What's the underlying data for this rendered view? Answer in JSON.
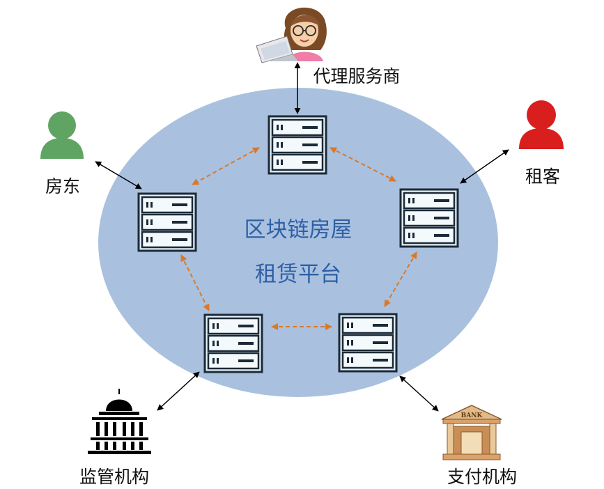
{
  "platform": {
    "title_line1": "区块链房屋",
    "title_line2": "租赁平台"
  },
  "participants": {
    "agent": {
      "label": "代理服务商",
      "icon": "agent-with-laptop-icon"
    },
    "landlord": {
      "label": "房东",
      "icon": "green-person-icon"
    },
    "tenant": {
      "label": "租客",
      "icon": "red-person-icon"
    },
    "regulator": {
      "label": "监管机构",
      "icon": "government-building-icon"
    },
    "payment": {
      "label": "支付机构",
      "icon": "bank-building-icon",
      "building_text": "BANK"
    }
  },
  "colors": {
    "ellipse_fill": "#A9C1DF",
    "node_link": "#D9782B",
    "participant_link": "#000000",
    "center_text": "#2E5FA6",
    "landlord_icon": "#5FA463",
    "tenant_icon": "#D91E1E",
    "server_border": "#1b2a38",
    "server_fill": "#E7F1F7"
  }
}
